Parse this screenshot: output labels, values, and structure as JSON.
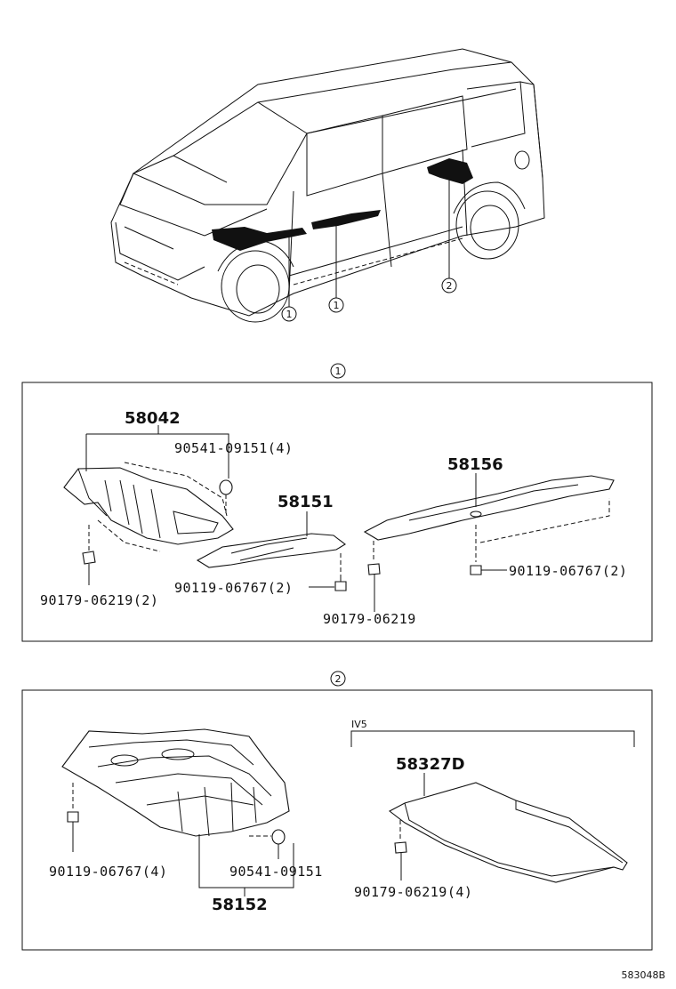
{
  "callouts": {
    "one": "1",
    "two": "2"
  },
  "group1": {
    "p58042": "58042",
    "p90541a": "90541-09151(4)",
    "p58151": "58151",
    "p58156": "58156",
    "p90179a": "90179-06219(2)",
    "p90119a": "90119-06767(2)",
    "p90179b": "90179-06219",
    "p90119b": "90119-06767(2)"
  },
  "group2": {
    "variant": "IV5",
    "p58327D": "58327D",
    "p90119c": "90119-06767(4)",
    "p90541b": "90541-09151",
    "p58152": "58152",
    "p90179c": "90179-06219(4)"
  },
  "footer": {
    "code": "583048B"
  }
}
